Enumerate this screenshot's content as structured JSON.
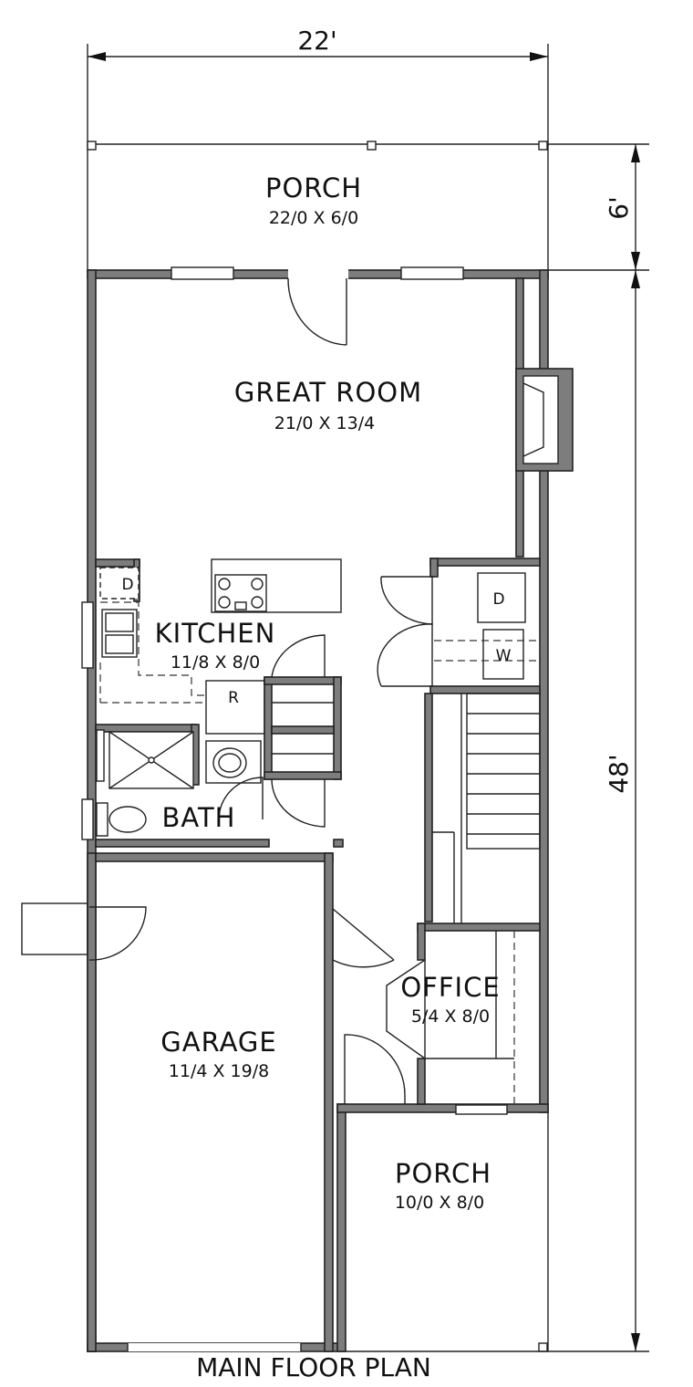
{
  "dimensions": {
    "width": "22'",
    "porch_depth": "6'",
    "length": "48'"
  },
  "rooms": {
    "porch_front": {
      "name": "PORCH",
      "size": "22/0 X 6/0"
    },
    "great_room": {
      "name": "GREAT ROOM",
      "size": "21/0 X 13/4"
    },
    "kitchen": {
      "name": "KITCHEN",
      "size": "11/8 X 8/0"
    },
    "bath": {
      "name": "BATH"
    },
    "garage": {
      "name": "GARAGE",
      "size": "11/4 X 19/8"
    },
    "office": {
      "name": "OFFICE",
      "size": "5/4 X 8/0"
    },
    "porch_rear": {
      "name": "PORCH",
      "size": "10/0 X 8/0"
    }
  },
  "appliances": {
    "dishwasher": "D",
    "refrigerator": "R",
    "dryer": "D",
    "washer": "W"
  },
  "caption": "MAIN FLOOR PLAN"
}
